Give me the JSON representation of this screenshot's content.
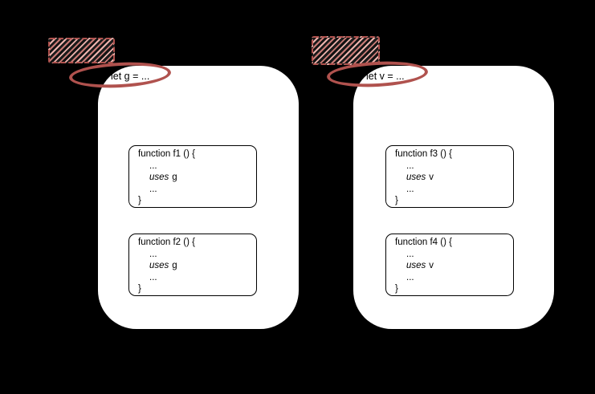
{
  "diagram": {
    "background_color": "#000000",
    "box_color": "#ffffff",
    "accent_red": "#b0524e",
    "scopes": [
      {
        "side": "left",
        "header": "let g = ...",
        "redacted_label": {
          "style": "hatched-scribble",
          "legible": false
        },
        "functions": [
          {
            "signature": "function f1 () {",
            "line2": "...",
            "uses_word": "uses",
            "variable": "g",
            "line4": "...",
            "close": "}"
          },
          {
            "signature": "function f2 () {",
            "line2": "...",
            "uses_word": "uses",
            "variable": "g",
            "line4": "...",
            "close": "}"
          }
        ]
      },
      {
        "side": "right",
        "header": "let v = ...",
        "redacted_label": {
          "style": "hatched-scribble",
          "legible": false
        },
        "functions": [
          {
            "signature": "function f3 () {",
            "line2": "...",
            "uses_word": "uses",
            "variable": "v",
            "line4": "...",
            "close": "}"
          },
          {
            "signature": "function f4 () {",
            "line2": "...",
            "uses_word": "uses",
            "variable": "v",
            "line4": "...",
            "close": "}"
          }
        ]
      }
    ]
  }
}
